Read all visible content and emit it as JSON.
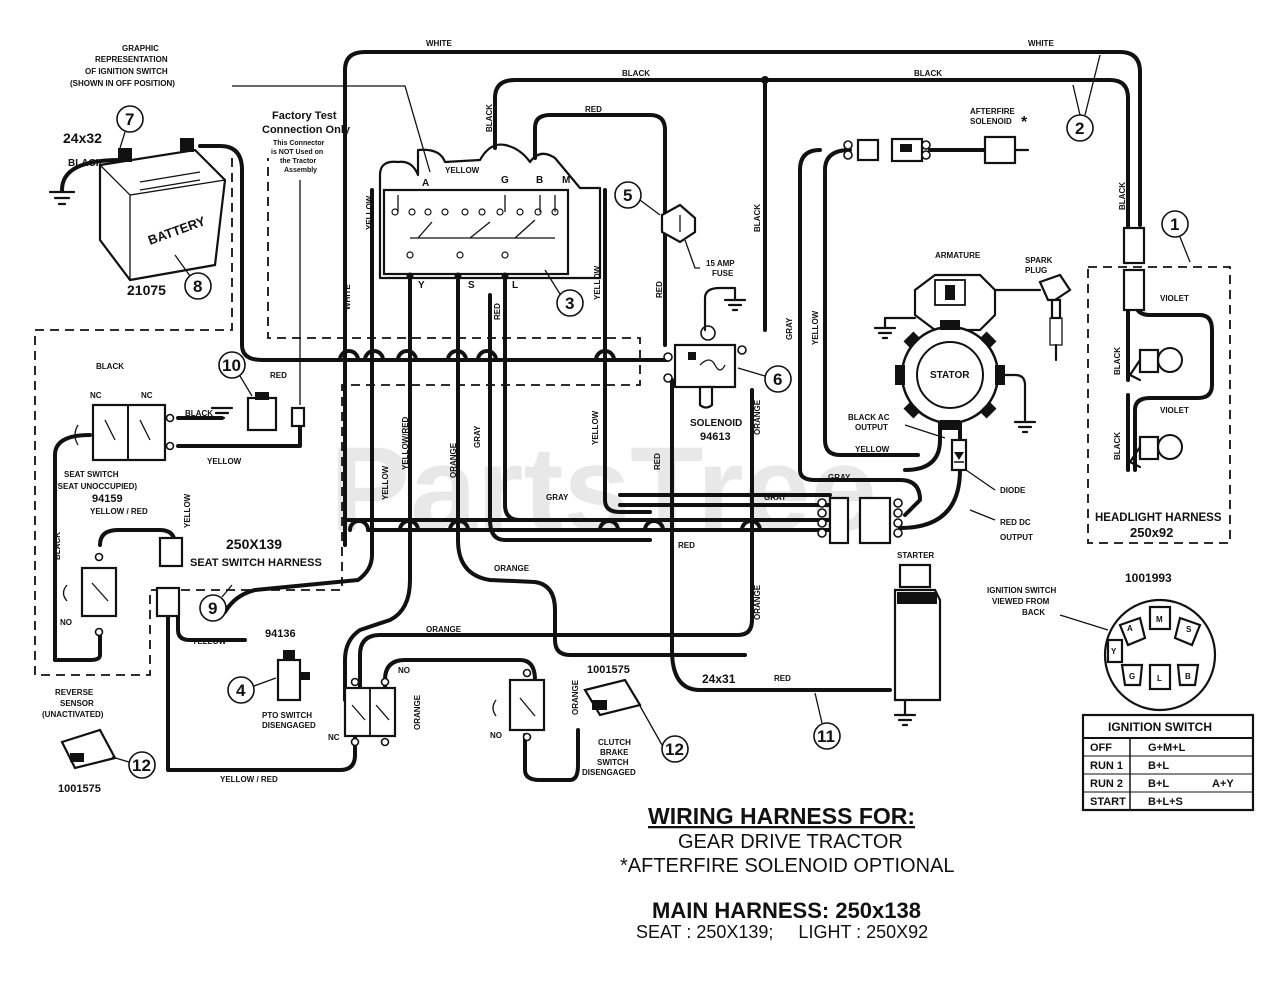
{
  "labels": {
    "white": "WHITE",
    "black": "BLACK",
    "red": "RED",
    "yellow": "YELLOW",
    "gray": "GRAY",
    "orange": "ORANGE",
    "violet": "VIOLET",
    "yellow_red": "YELLOW / RED",
    "yellow_red_alt": "YELLOW/RED",
    "nc": "NC",
    "no": "NO"
  },
  "callouts": {
    "graphic_rep": [
      "GRAPHIC",
      "REPRESENTATION",
      "OF IGNITION SWITCH",
      "(SHOWN IN OFF POSITION)"
    ],
    "factory_test": [
      "Factory Test",
      "Connection Only"
    ],
    "factory_note": [
      "This Connector",
      "is NOT Used on",
      "the Tractor",
      "Assembly"
    ],
    "afterfire": [
      "AFTERFIRE",
      "SOLENOID"
    ],
    "afterfire_star": "*",
    "fuse": [
      "15 AMP",
      "FUSE"
    ],
    "armature": "ARMATURE",
    "spark_plug": [
      "SPARK",
      "PLUG"
    ],
    "stator": "STATOR",
    "black_ac": [
      "BLACK AC",
      "OUTPUT"
    ],
    "diode": "DIODE",
    "red_dc": [
      "RED DC",
      "OUTPUT"
    ],
    "starter": "STARTER",
    "solenoid": "SOLENOID",
    "solenoid_pn": "94613",
    "battery": "BATTERY",
    "battery_size": "24x32",
    "battery_pn": "21075",
    "seat_switch": [
      "SEAT SWITCH",
      "(SEAT UNOCCUPIED)"
    ],
    "seat_switch_pn": "94159",
    "seat_harness_code": "250X139",
    "seat_harness": "SEAT SWITCH HARNESS",
    "headlight_harness": [
      "HEADLIGHT HARNESS",
      "250x92"
    ],
    "pto_pn": "94136",
    "pto": [
      "PTO SWITCH",
      "DISENGAGED"
    ],
    "reverse": [
      "REVERSE",
      "SENSOR",
      "(UNACTIVATED)"
    ],
    "reverse_pn": "1001575",
    "clutch_pn": "1001575",
    "clutch": [
      "CLUTCH",
      "BRAKE",
      "SWITCH",
      "DISENGAGED"
    ],
    "cable_size": "24x31",
    "ign_back": [
      "IGNITION SWITCH",
      "VIEWED FROM",
      "BACK"
    ],
    "ign_pn": "1001993",
    "switch_terms": [
      "A",
      "G",
      "S",
      "B",
      "M",
      "Y",
      "L"
    ]
  },
  "item_numbers": [
    "1",
    "2",
    "3",
    "4",
    "5",
    "6",
    "7",
    "8",
    "9",
    "10",
    "11",
    "12",
    "12"
  ],
  "ignition_table": {
    "title": "IGNITION SWITCH",
    "rows": [
      {
        "pos": "OFF",
        "conn": "G+M+L",
        "extra": ""
      },
      {
        "pos": "RUN 1",
        "conn": "B+L",
        "extra": ""
      },
      {
        "pos": "RUN 2",
        "conn": "B+L",
        "extra": "A+Y"
      },
      {
        "pos": "START",
        "conn": "B+L+S",
        "extra": ""
      }
    ]
  },
  "title": {
    "line1": "WIRING HARNESS FOR:",
    "line2": "GEAR DRIVE TRACTOR",
    "line3": "*AFTERFIRE SOLENOID OPTIONAL",
    "line4": "MAIN HARNESS: 250x138",
    "line5": "SEAT : 250X139;     LIGHT : 250X92"
  },
  "watermark": "PartsTree"
}
